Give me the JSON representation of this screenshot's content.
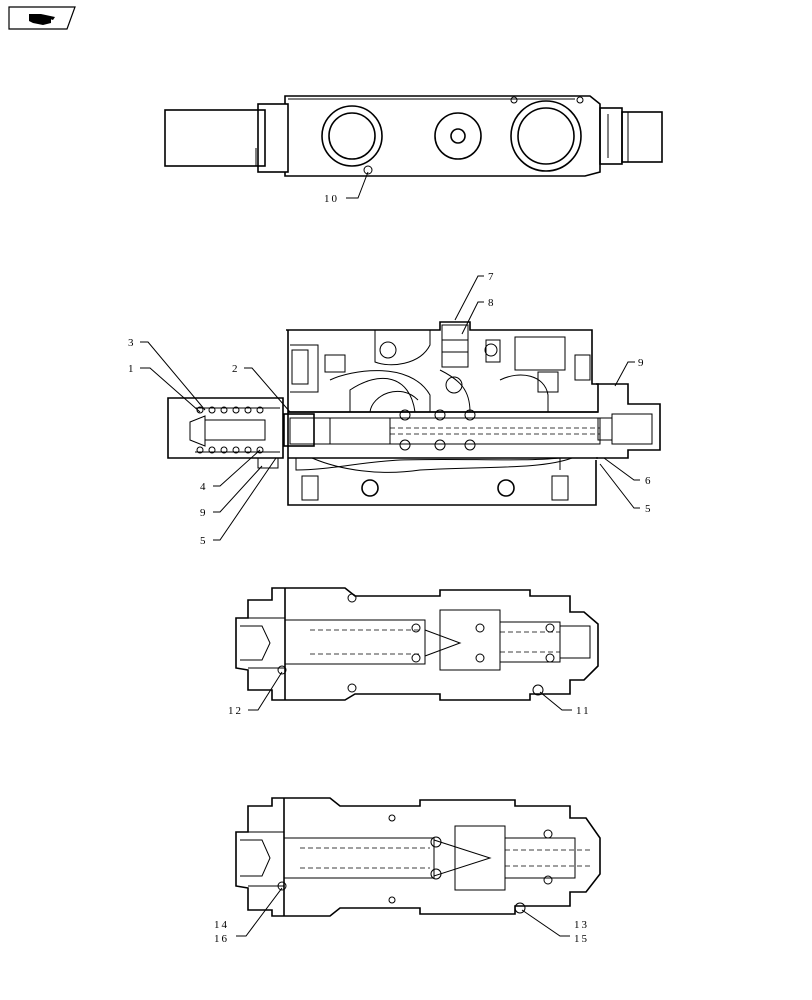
{
  "nav": {
    "icon": "hand-pointer-icon"
  },
  "callouts": {
    "c1": "1",
    "c2": "2",
    "c3": "3",
    "c4": "4",
    "c5a": "5",
    "c5b": "5",
    "c6": "6",
    "c7": "7",
    "c8": "8",
    "c9a": "9",
    "c9b": "9",
    "c10": "10",
    "c11": "11",
    "c12": "12",
    "c13": "13",
    "c14": "14",
    "c15": "15",
    "c16": "16"
  }
}
